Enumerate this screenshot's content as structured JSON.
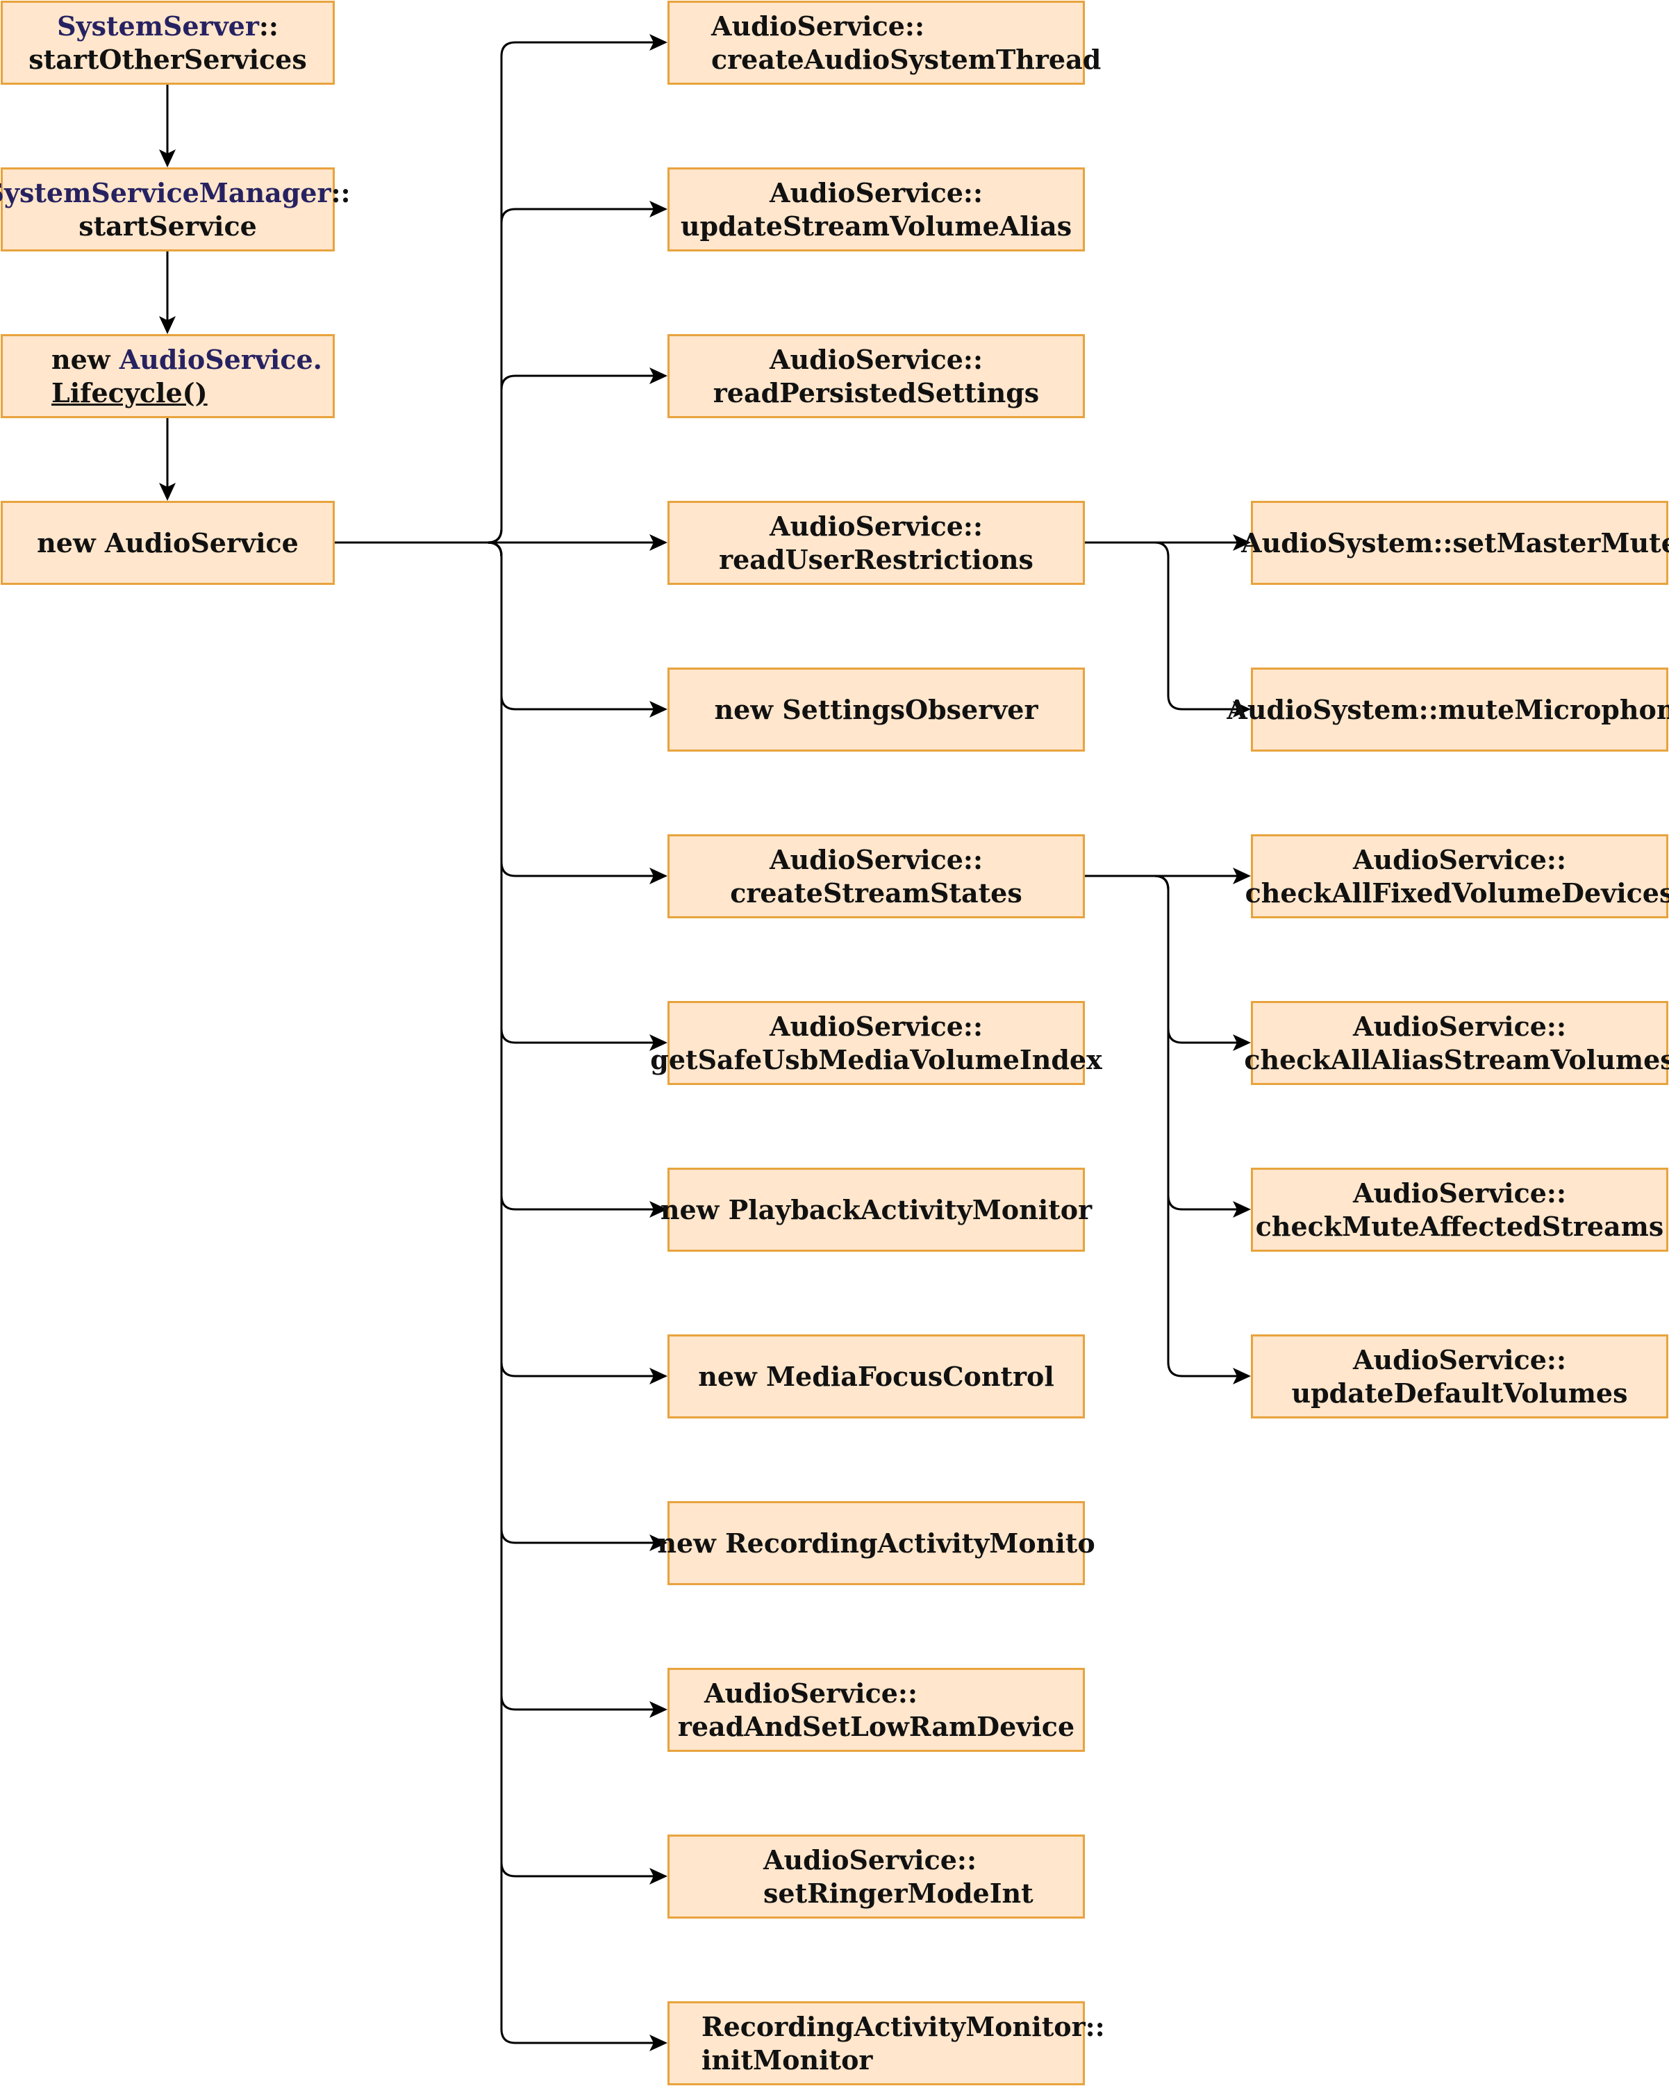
{
  "nodes": {
    "n1": {
      "part1": "SystemServer",
      "part2": "::",
      "line2": "startOtherServices"
    },
    "n2": {
      "part1": "SystemServiceManager",
      "part2": "::",
      "line2": "startService"
    },
    "n3": {
      "part1": "new ",
      "part2": "AudioService.",
      "line2": "Lifecycle()"
    },
    "n4": {
      "line1": "new AudioService"
    },
    "m1": {
      "line1": "AudioService::",
      "line2": "createAudioSystemThread"
    },
    "m2": {
      "line1": "AudioService::",
      "line2": "updateStreamVolumeAlias"
    },
    "m3": {
      "line1": "AudioService::",
      "line2": "readPersistedSettings"
    },
    "m4": {
      "line1": "AudioService::",
      "line2": "readUserRestrictions"
    },
    "m5": {
      "line1": "new SettingsObserver"
    },
    "m6": {
      "line1": "AudioService::",
      "line2": "createStreamStates"
    },
    "m7": {
      "line1": "AudioService::",
      "line2": "getSafeUsbMediaVolumeIndex"
    },
    "m8": {
      "line1": "new PlaybackActivityMonitor"
    },
    "m9": {
      "line1": "new MediaFocusControl"
    },
    "m10": {
      "line1": "new RecordingActivityMonito"
    },
    "m11": {
      "line1": "AudioService::",
      "line2": "readAndSetLowRamDevice"
    },
    "m12": {
      "line1": "AudioService::",
      "line2": "setRingerModeInt"
    },
    "m13": {
      "line1": "RecordingActivityMonitor::",
      "line2": "initMonitor"
    },
    "r1": {
      "line1": "AudioSystem::setMasterMute"
    },
    "r2": {
      "line1": "AudioSystem::muteMicrophone"
    },
    "r3": {
      "line1": "AudioService::",
      "line2": "checkAllFixedVolumeDevices"
    },
    "r4": {
      "line1": "AudioService::",
      "line2": "checkAllAliasStreamVolumes"
    },
    "r5": {
      "line1": "AudioService::",
      "line2": "checkMuteAffectedStreams"
    },
    "r6": {
      "line1": "AudioService::",
      "line2": "updateDefaultVolumes"
    }
  },
  "colors": {
    "node_fill": "#ffe6cc",
    "node_border": "#e8a33d",
    "highlight_text": "#262262",
    "edge": "#000000"
  }
}
